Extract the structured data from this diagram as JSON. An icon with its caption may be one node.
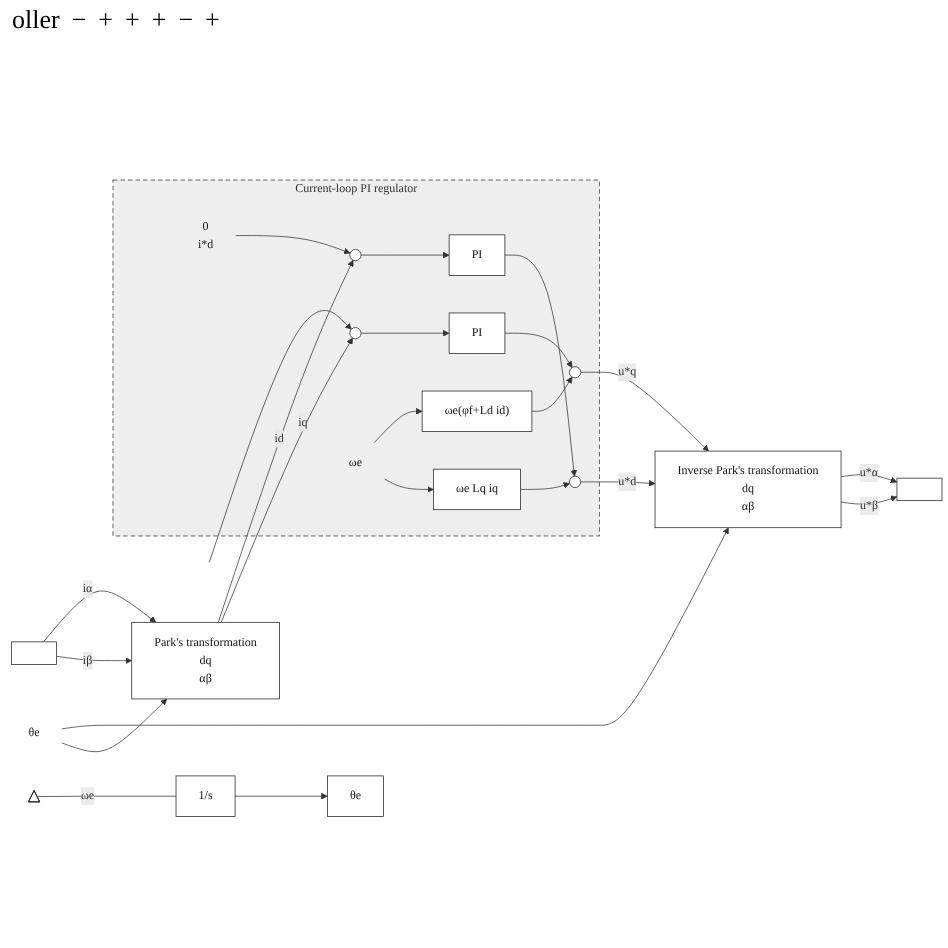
{
  "diagram": {
    "nodes": [
      {
        "text": [
          "Current-loop PI regulator"
        ]
      },
      {
        "text": [],
        "shape": "circle",
        "in": 0
      },
      {
        "text": [
          "PI"
        ],
        "in": 0
      },
      {
        "text": [
          "ωe(φf+Ld id)"
        ],
        "in": 0
      },
      {
        "text": [
          "ωe Lq iq"
        ],
        "in": 0
      },
      {
        "text": [
          "0"
        ],
        "in": 0,
        "beside": [
          "i*d"
        ]
      },
      {
        "text": [],
        "shape": "circle",
        "in": 0
      },
      {
        "text": [
          "PI"
        ],
        "in": 0
      },
      {
        "text": [],
        "shape": "circle",
        "in": 0
      },
      {
        "text": [],
        "shape": "circle",
        "in": 0
      },
      {
        "text": [
          "ωe"
        ],
        "in": 0
      },
      {
        "text": [
          "Inverse Park's transformation",
          "dq",
          "αβ"
        ]
      },
      {
        "text": [
          "θe"
        ]
      },
      {
        "text": [
          "Park's transformation",
          "dq",
          "αβ"
        ]
      },
      {
        "text": [],
        "shape": "box"
      },
      {
        "text": [],
        "shape": "box"
      },
      {
        "text": [],
        "shape": "triangle"
      },
      {
        "text": [
          "1/s"
        ]
      },
      {
        "text": [
          "θe"
        ]
      }
    ],
    "edges": [
      {
        "from": null,
        "to": 1,
        "arrow": "to"
      },
      {
        "from": 1,
        "to": 2,
        "arrow": "to"
      },
      {
        "from": 2,
        "to": 8,
        "arrow": "to"
      },
      {
        "from": 3,
        "to": 8,
        "arrow": "to"
      },
      {
        "from": 10,
        "to": 3,
        "arrow": "to"
      },
      {
        "from": 10,
        "to": 4,
        "arrow": "to"
      },
      {
        "from": 5,
        "to": 6,
        "arrow": "to"
      },
      {
        "from": 6,
        "to": 7,
        "arrow": "to"
      },
      {
        "from": 7,
        "to": 9,
        "arrow": "to"
      },
      {
        "from": 4,
        "to": 9,
        "arrow": "to"
      },
      {
        "from": 8,
        "to": 11,
        "arrow": "to",
        "label": "u*q"
      },
      {
        "from": 9,
        "to": 11,
        "arrow": "to",
        "label": "u*d"
      },
      {
        "from": 11,
        "to": 14,
        "arrow": "to",
        "label": "u*α"
      },
      {
        "from": 11,
        "to": 14,
        "arrow": "to",
        "label": "u*β"
      },
      {
        "from": 12,
        "to": 11,
        "arrow": "to"
      },
      {
        "from": 12,
        "to": 13,
        "arrow": "to"
      },
      {
        "from": 15,
        "to": 13,
        "arrow": "to",
        "label": "iα"
      },
      {
        "from": 15,
        "to": 13,
        "arrow": "to",
        "label": "iβ"
      },
      {
        "from": 13,
        "to": 6,
        "arrow": "to",
        "label": "id"
      },
      {
        "from": 13,
        "to": 1,
        "arrow": "to",
        "label": "iq"
      },
      {
        "from": 16,
        "to": 17,
        "arrow": "none",
        "label": "ωe"
      },
      {
        "from": 17,
        "to": 18,
        "arrow": "to"
      }
    ],
    "labels": [
      "oller",
      "−",
      "+",
      "+",
      "+",
      "−",
      "+"
    ]
  }
}
